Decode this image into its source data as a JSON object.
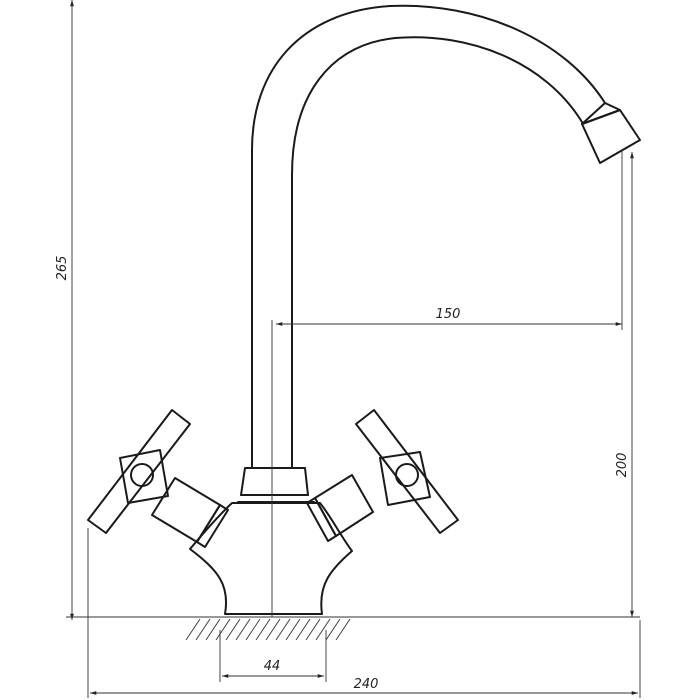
{
  "dimensions": {
    "height_total": "265",
    "spout_height": "200",
    "spout_reach": "150",
    "base_width": "44",
    "overall_width": "240"
  },
  "colors": {
    "line": "#1a1a1a",
    "background": "#ffffff"
  }
}
